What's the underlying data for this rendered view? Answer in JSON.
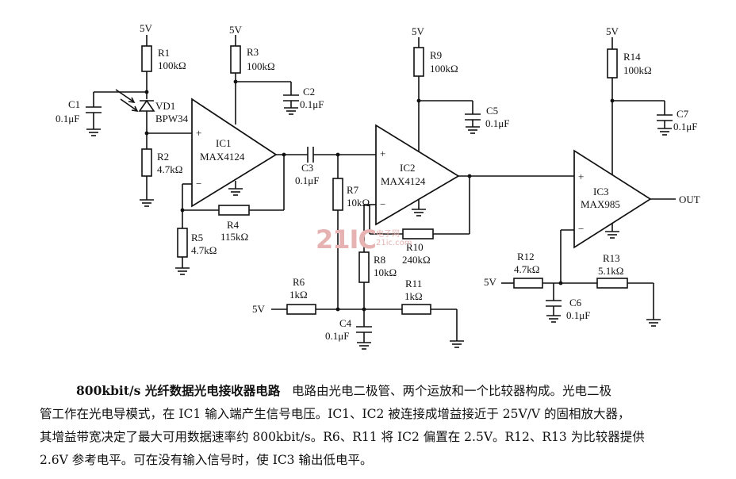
{
  "diagram": {
    "supplies": {
      "r1": "5V",
      "r3": "5V",
      "r9": "5V",
      "r14": "5V",
      "r6_in": "5V",
      "r12_in": "5V"
    },
    "components": {
      "R1": {
        "name": "R1",
        "value": "100kΩ"
      },
      "R2": {
        "name": "R2",
        "value": "4.7kΩ"
      },
      "R3": {
        "name": "R3",
        "value": "100kΩ"
      },
      "R4": {
        "name": "R4",
        "value": "115kΩ"
      },
      "R5": {
        "name": "R5",
        "value": "4.7kΩ"
      },
      "R6": {
        "name": "R6",
        "value": "1kΩ"
      },
      "R7": {
        "name": "R7",
        "value": "10kΩ"
      },
      "R8": {
        "name": "R8",
        "value": "10kΩ"
      },
      "R9": {
        "name": "R9",
        "value": "100kΩ"
      },
      "R10": {
        "name": "R10",
        "value": "240kΩ"
      },
      "R11": {
        "name": "R11",
        "value": "1kΩ"
      },
      "R12": {
        "name": "R12",
        "value": "4.7kΩ"
      },
      "R13": {
        "name": "R13",
        "value": "5.1kΩ"
      },
      "R14": {
        "name": "R14",
        "value": "100kΩ"
      },
      "C1": {
        "name": "C1",
        "value": "0.1μF"
      },
      "C2": {
        "name": "C2",
        "value": "0.1μF"
      },
      "C3": {
        "name": "C3",
        "value": "0.1μF"
      },
      "C4": {
        "name": "C4",
        "value": "0.1μF"
      },
      "C5": {
        "name": "C5",
        "value": "0.1μF"
      },
      "C6": {
        "name": "C6",
        "value": "0.1μF"
      },
      "C7": {
        "name": "C7",
        "value": "0.1μF"
      },
      "VD1": {
        "name": "VD1",
        "part": "BPW34"
      },
      "IC1": {
        "name": "IC1",
        "part": "MAX4124"
      },
      "IC2": {
        "name": "IC2",
        "part": "MAX4124"
      },
      "IC3": {
        "name": "IC3",
        "part": "MAX985"
      }
    },
    "output_label": "OUT",
    "pin_plus": "+",
    "pin_minus": "−"
  },
  "watermark": {
    "logo": "21IC",
    "sub1": "电子网",
    "sub2": "21ic.com"
  },
  "caption": {
    "title": "800kbit/s 光纤数据光电接收器电路",
    "lines": [
      "电路由光电二极管、两个运放和一个比较器构成。光电二极",
      "管工作在光电导模式，在 IC1 输入端产生信号电压。IC1、IC2 被连接成增益接近于 25V/V 的固相放大器，",
      "其增益带宽决定了最大可用数据速率约 800kbit/s。R6、R11 将 IC2 偏置在 2.5V。R12、R13 为比较器提供",
      "2.6V 参考电平。可在没有输入信号时，使 IC3 输出低电平。"
    ]
  }
}
